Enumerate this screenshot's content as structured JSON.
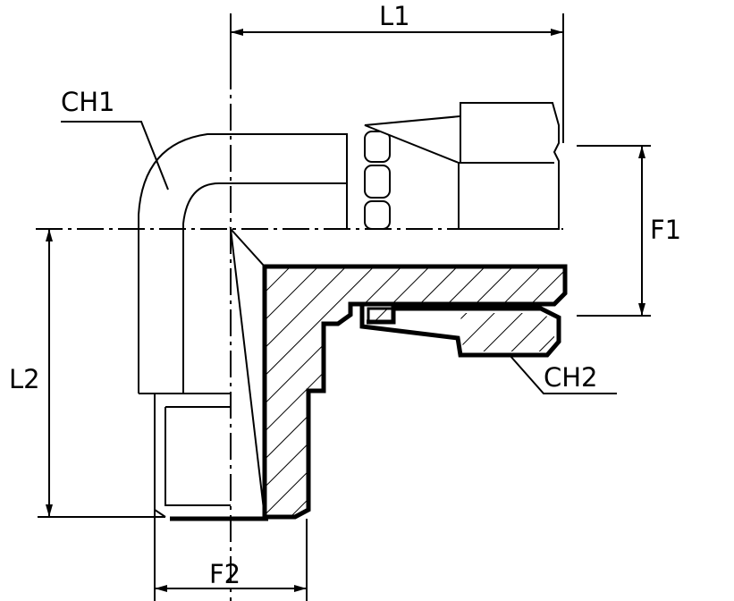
{
  "labels": {
    "l1": "L1",
    "l2": "L2",
    "f1": "F1",
    "f2": "F2",
    "ch1": "CH1",
    "ch2": "CH2"
  },
  "colors": {
    "line": "#000000",
    "background": "#ffffff"
  }
}
